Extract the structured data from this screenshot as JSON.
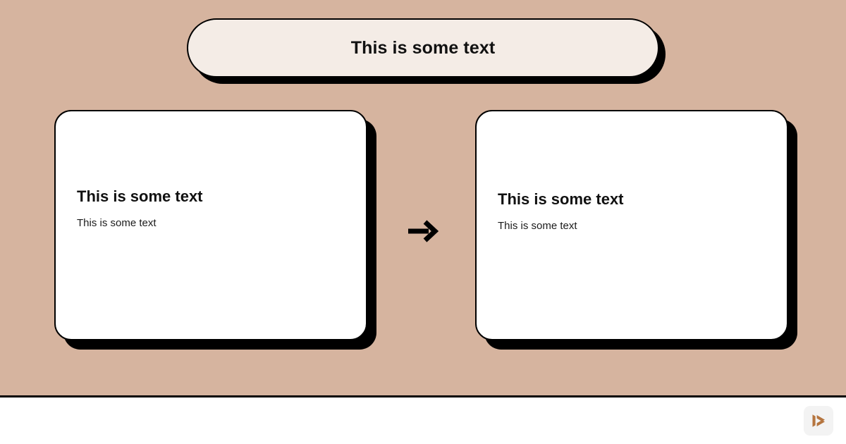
{
  "theme": {
    "canvas_bg": "#d6b49f",
    "banner_bg": "#f4ece6",
    "card_bg": "#ffffff",
    "outline": "#000000",
    "footer_bg": "#ffffff",
    "logo_mark": "#b5753f",
    "logo_badge_bg": "#f3f3f3"
  },
  "banner": {
    "title": "This is some text"
  },
  "cards": [
    {
      "heading": "This is some text",
      "body": "This is some text"
    },
    {
      "heading": "This is some text",
      "body": "This is some text"
    }
  ],
  "connector": {
    "icon": "arrow-right-icon",
    "glyph": "→"
  },
  "footer": {
    "logo": {
      "icon": "play-mark-logo-icon"
    }
  }
}
